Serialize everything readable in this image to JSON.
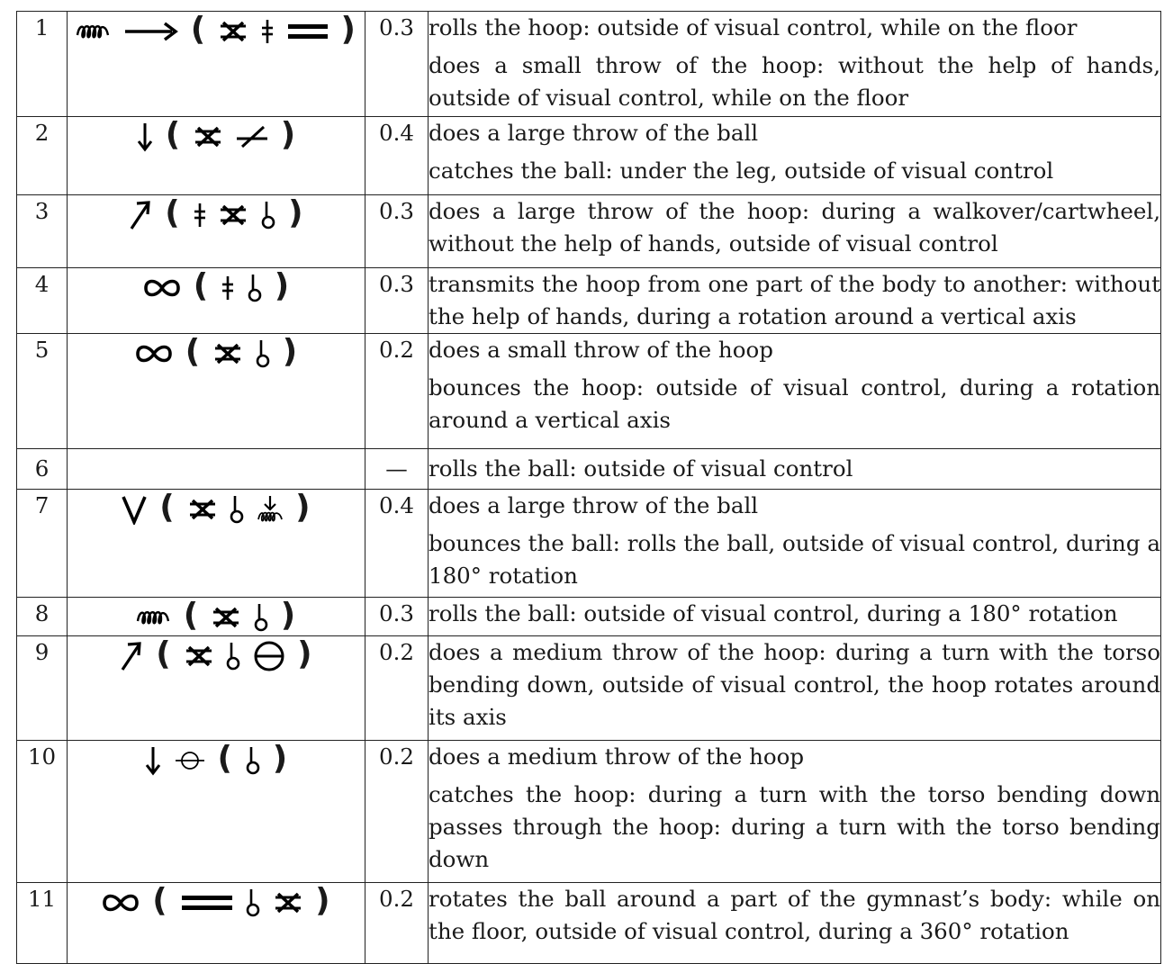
{
  "rows": [
    {
      "num": "1",
      "value": "0.3",
      "symbol_icons": [
        "spring-icon",
        "arrow-right-icon",
        "open-paren",
        "cross-x-icon",
        "double-bar-cross-icon",
        "double-line-icon",
        "close-paren"
      ],
      "lines": [
        "rolls the hoop: outside of visual control, while on the floor",
        "does a small throw of the hoop: without the help of hands, outside of visual control, while on the floor"
      ]
    },
    {
      "num": "2",
      "value": "0.4",
      "symbol_icons": [
        "arrow-down-icon",
        "open-paren",
        "cross-x-icon",
        "slash-leg-icon",
        "close-paren"
      ],
      "lines": [
        "does a large throw of the ball",
        "catches the ball: under the leg, outside of visual control"
      ]
    },
    {
      "num": "3",
      "value": "0.3",
      "symbol_icons": [
        "arrow-up-right-icon",
        "open-paren",
        "double-bar-cross-icon",
        "cross-x-icon",
        "rotation-hook-icon",
        "close-paren"
      ],
      "lines": [
        "does a large throw of the hoop: during a walkover/cartwheel, without the help of hands, outside of visual control"
      ]
    },
    {
      "num": "4",
      "value": "0.3",
      "symbol_icons": [
        "infinity-icon",
        "open-paren",
        "double-bar-cross-icon",
        "rotation-hook-icon",
        "close-paren"
      ],
      "lines": [
        "transmits the hoop from one part of the body to another: without the help of hands, during a rotation around a vertical axis"
      ]
    },
    {
      "num": "5",
      "value": "0.2",
      "symbol_icons": [
        "infinity-icon",
        "open-paren",
        "cross-x-icon",
        "rotation-hook-icon",
        "close-paren"
      ],
      "lines": [
        "does a small throw of the hoop",
        "bounces the hoop: outside of visual control, during a rotation around a vertical axis"
      ]
    },
    {
      "num": "6",
      "value": "—",
      "symbol_icons": [],
      "lines": [
        "rolls the ball: outside of visual control"
      ]
    },
    {
      "num": "7",
      "value": "0.4",
      "symbol_icons": [
        "v-shape-icon",
        "open-paren",
        "cross-x-icon",
        "rotation-hook-icon",
        "roll-down-icon",
        "close-paren"
      ],
      "lines": [
        "does a large throw of the ball",
        "bounces the ball: rolls the ball, outside of visual control, during a 180° rotation"
      ]
    },
    {
      "num": "8",
      "value": "0.3",
      "symbol_icons": [
        "spring-icon",
        "open-paren",
        "cross-x-icon",
        "rotation-hook-icon",
        "close-paren"
      ],
      "lines": [
        "rolls the ball: outside of visual control, during a 180° rotation"
      ]
    },
    {
      "num": "9",
      "value": "0.2",
      "symbol_icons": [
        "arrow-up-right-icon",
        "open-paren",
        "cross-x-icon",
        "rotation-hook-icon",
        "theta-circle-icon",
        "close-paren"
      ],
      "lines": [
        "does a medium throw of the hoop: during a turn with the torso bending down, outside of visual control, the hoop rotates around its axis"
      ]
    },
    {
      "num": "10",
      "value": "0.2",
      "symbol_icons": [
        "arrow-down-icon",
        "theta-line-icon",
        "open-paren",
        "rotation-hook-icon",
        "close-paren"
      ],
      "lines": [
        "does a medium throw of the hoop",
        "catches the hoop: during a turn with the torso bending down passes through the hoop: during a turn with the torso bending down"
      ]
    },
    {
      "num": "11",
      "value": "0.2",
      "symbol_icons": [
        "infinity-icon",
        "open-paren",
        "double-line-icon",
        "rotation-hook-icon",
        "cross-x-icon",
        "close-paren"
      ],
      "lines": [
        "rotates the ball around a part of the gymnast’s body: while on the floor, outside of visual control, during a 360° rotation"
      ]
    }
  ]
}
